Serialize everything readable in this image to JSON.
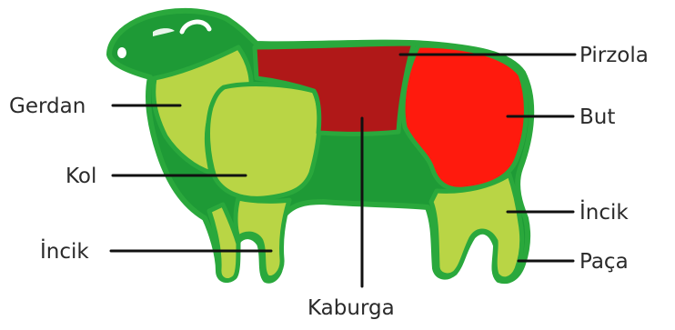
{
  "labels": {
    "pirzola": "Pirzola",
    "but": "But",
    "gerdan": "Gerdan",
    "kol": "Kol",
    "incik_front": "İncik",
    "incik_back": "İncik",
    "paca": "Paça",
    "kaburga": "Kaburga"
  },
  "colors": {
    "body_green": "#1e9a36",
    "outline_green": "#2aa83c",
    "light_green": "#b9d545",
    "dark_red": "#b01818",
    "red": "#ff1a0d",
    "text": "#2a2a2a"
  }
}
